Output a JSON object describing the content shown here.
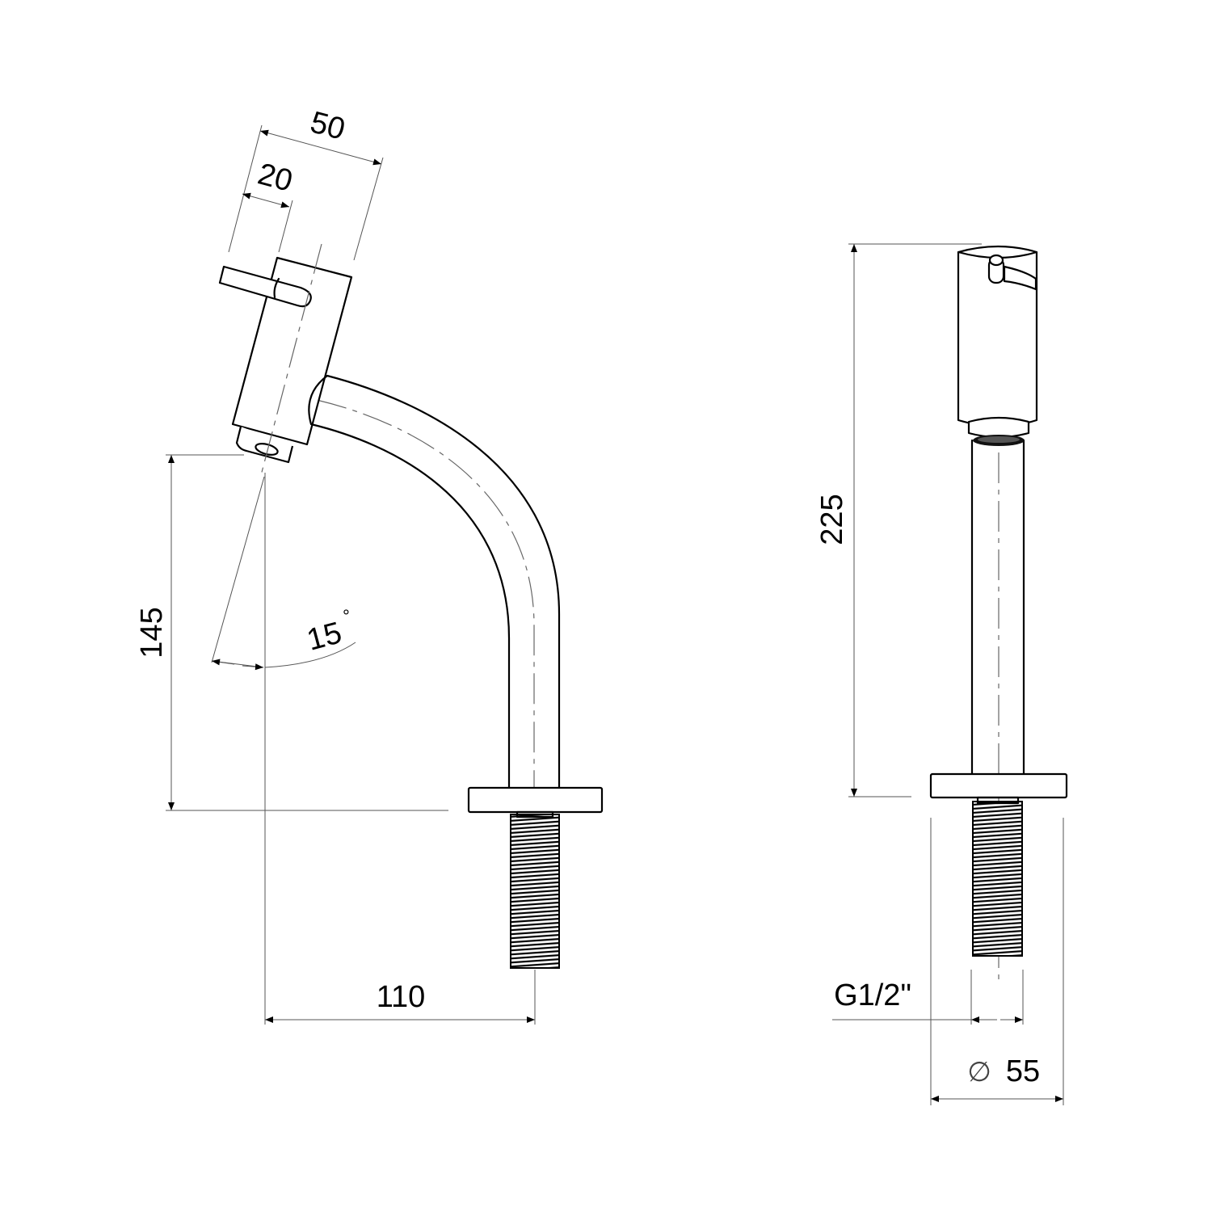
{
  "drawing": {
    "side_view": {
      "dim_handle_depth": "50",
      "dim_lever_offset": "20",
      "dim_spout_height": "145",
      "dim_spout_angle": "15",
      "degree_symbol": "°",
      "dim_projection": "110"
    },
    "front_view": {
      "dim_total_height": "225",
      "dim_thread": "G1/2\"",
      "diameter_symbol": "∅",
      "dim_flange_diameter": "55"
    },
    "colors": {
      "line": "#000000",
      "dimension": "#555555",
      "background": "#ffffff"
    }
  }
}
